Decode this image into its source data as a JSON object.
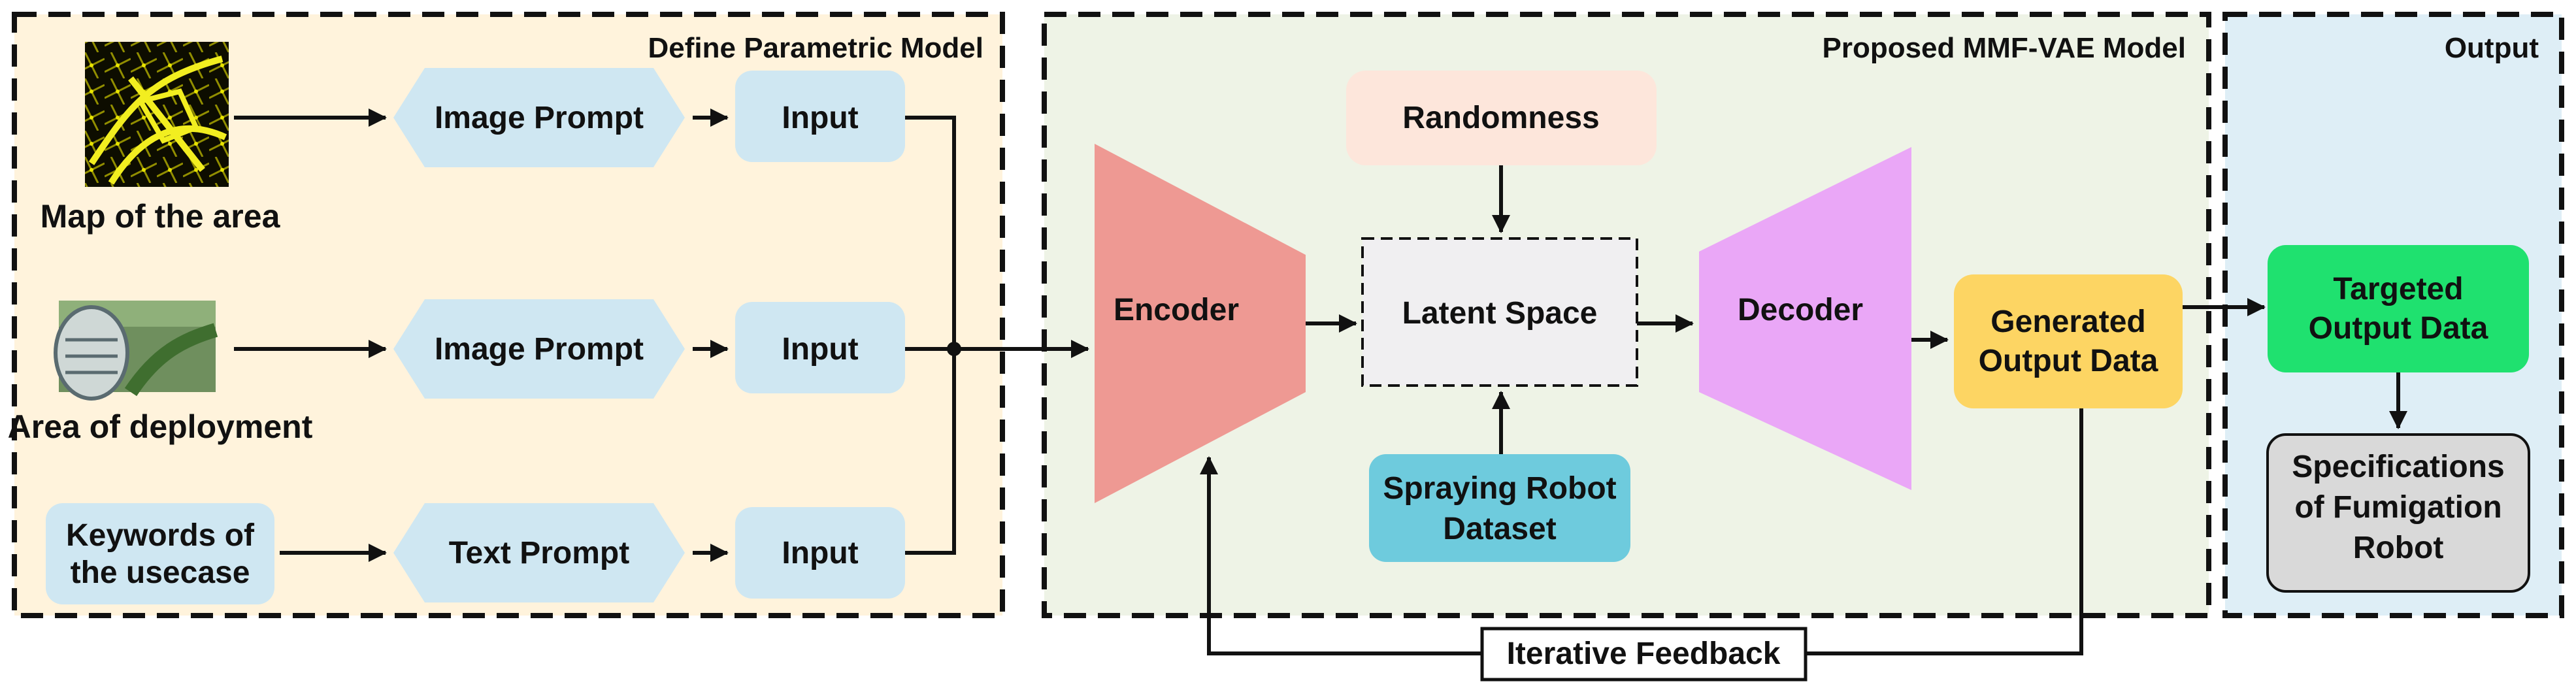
{
  "sections": {
    "define": {
      "title": "Define Parametric Model"
    },
    "proposed": {
      "title": "Proposed MMF-VAE Model"
    },
    "output": {
      "title": "Output"
    }
  },
  "inputs": [
    {
      "caption": [
        "Map of the area"
      ],
      "prompt": "Image Prompt",
      "input": "Input",
      "source": "image"
    },
    {
      "caption": [
        "Area of deployment"
      ],
      "prompt": "Image Prompt",
      "input": "Input",
      "source": "image"
    },
    {
      "caption": [
        "Keywords of",
        "the usecase"
      ],
      "prompt": "Text Prompt",
      "input": "Input",
      "source": "box"
    }
  ],
  "model": {
    "encoder": "Encoder",
    "latent": "Latent Space",
    "decoder": "Decoder",
    "randomness": "Randomness",
    "dataset": [
      "Spraying Robot",
      "Dataset"
    ],
    "generated": [
      "Generated",
      "Output Data"
    ],
    "feedback": "Iterative Feedback"
  },
  "output": {
    "targeted": [
      "Targeted",
      "Output Data"
    ],
    "specs": [
      "Specifications",
      "of Fumigation",
      "Robot"
    ]
  },
  "colors": {
    "define_bg": "#fff3dc",
    "proposed_bg": "#eef3e6",
    "output_bg": "#deeef6",
    "prompt": "#cfe7f2",
    "encoder": "#ee9993",
    "decoder": "#eaa7f7",
    "randomness": "#fde6db",
    "latent": "#f0eff1",
    "dataset": "#6ecbdd",
    "generated": "#fdd563",
    "targeted": "#1fe16f",
    "specs": "#d9d9d9"
  }
}
